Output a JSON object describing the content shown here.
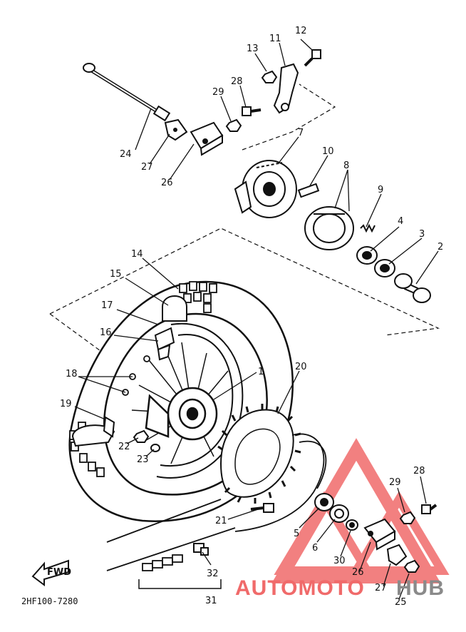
{
  "diagram": {
    "callouts": {
      "c1": "1",
      "c2": "2",
      "c3": "3",
      "c4": "4",
      "c5": "5",
      "c6": "6",
      "c7": "7",
      "c8": "8",
      "c9": "9",
      "c10": "10",
      "c11": "11",
      "c12": "12",
      "c13": "13",
      "c14": "14",
      "c15": "15",
      "c16": "16",
      "c17": "17",
      "c18": "18",
      "c19": "19",
      "c20": "20",
      "c21": "21",
      "c22": "22",
      "c23": "23",
      "c24": "24",
      "c25": "25",
      "c26a": "26",
      "c26b": "26",
      "c27a": "27",
      "c27b": "27",
      "c28a": "28",
      "c28b": "28",
      "c29a": "29",
      "c29b": "29",
      "c30": "30",
      "c31": "31",
      "c32": "32"
    },
    "fwd_label": "FWD",
    "part_code": "2HF100-7280"
  },
  "watermark": {
    "text_left": "AUTOMOTO",
    "text_right": "HUB",
    "color_red": "#f06a6a",
    "color_gray": "#8a8a8a"
  }
}
